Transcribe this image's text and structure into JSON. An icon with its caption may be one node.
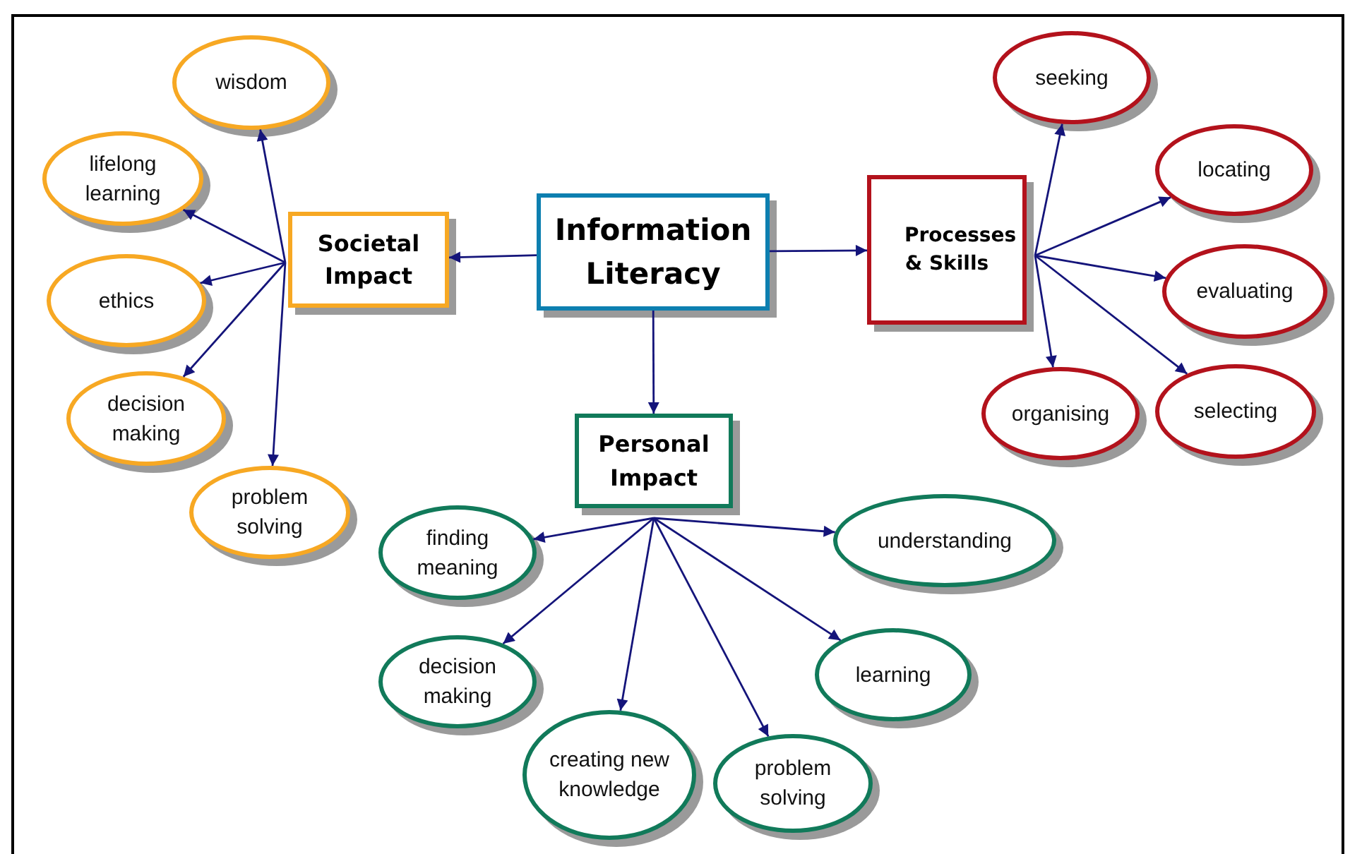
{
  "diagram": {
    "nodes": [
      {
        "text": [
          "Information Literacy"
        ]
      },
      {
        "text": [
          "Societal Impact"
        ]
      },
      {
        "text": [
          "Processes & Skills"
        ]
      },
      {
        "text": [
          "Personal Impact"
        ]
      },
      {
        "text": [
          "wisdom"
        ]
      },
      {
        "text": [
          "lifelong learning"
        ]
      },
      {
        "text": [
          "ethics"
        ]
      },
      {
        "text": [
          "decision making"
        ]
      },
      {
        "text": [
          "problem solving"
        ]
      },
      {
        "text": [
          "seeking"
        ]
      },
      {
        "text": [
          "locating"
        ]
      },
      {
        "text": [
          "evaluating"
        ]
      },
      {
        "text": [
          "organising"
        ]
      },
      {
        "text": [
          "selecting"
        ]
      },
      {
        "text": [
          "finding meaning"
        ]
      },
      {
        "text": [
          "understanding"
        ]
      },
      {
        "text": [
          "decision making"
        ]
      },
      {
        "text": [
          "creating new knowledge"
        ]
      },
      {
        "text": [
          "learning"
        ]
      },
      {
        "text": [
          "problem solving"
        ]
      }
    ],
    "edges": [
      {
        "from": 0,
        "to": 1,
        "arrow": "to"
      },
      {
        "from": 0,
        "to": 2,
        "arrow": "to"
      },
      {
        "from": 0,
        "to": 3,
        "arrow": "to"
      },
      {
        "from": 1,
        "to": 4,
        "arrow": "to"
      },
      {
        "from": 1,
        "to": 5,
        "arrow": "to"
      },
      {
        "from": 1,
        "to": 6,
        "arrow": "to"
      },
      {
        "from": 1,
        "to": 7,
        "arrow": "to"
      },
      {
        "from": 1,
        "to": 8,
        "arrow": "to"
      },
      {
        "from": 2,
        "to": 9,
        "arrow": "to"
      },
      {
        "from": 2,
        "to": 10,
        "arrow": "to"
      },
      {
        "from": 2,
        "to": 11,
        "arrow": "to"
      },
      {
        "from": 2,
        "to": 12,
        "arrow": "to"
      },
      {
        "from": 2,
        "to": 13,
        "arrow": "to"
      },
      {
        "from": 3,
        "to": 14,
        "arrow": "to"
      },
      {
        "from": 3,
        "to": 15,
        "arrow": "to"
      },
      {
        "from": 3,
        "to": 16,
        "arrow": "to"
      },
      {
        "from": 3,
        "to": 17,
        "arrow": "to"
      },
      {
        "from": 3,
        "to": 18,
        "arrow": "to"
      },
      {
        "from": 3,
        "to": 19,
        "arrow": "to"
      }
    ]
  }
}
